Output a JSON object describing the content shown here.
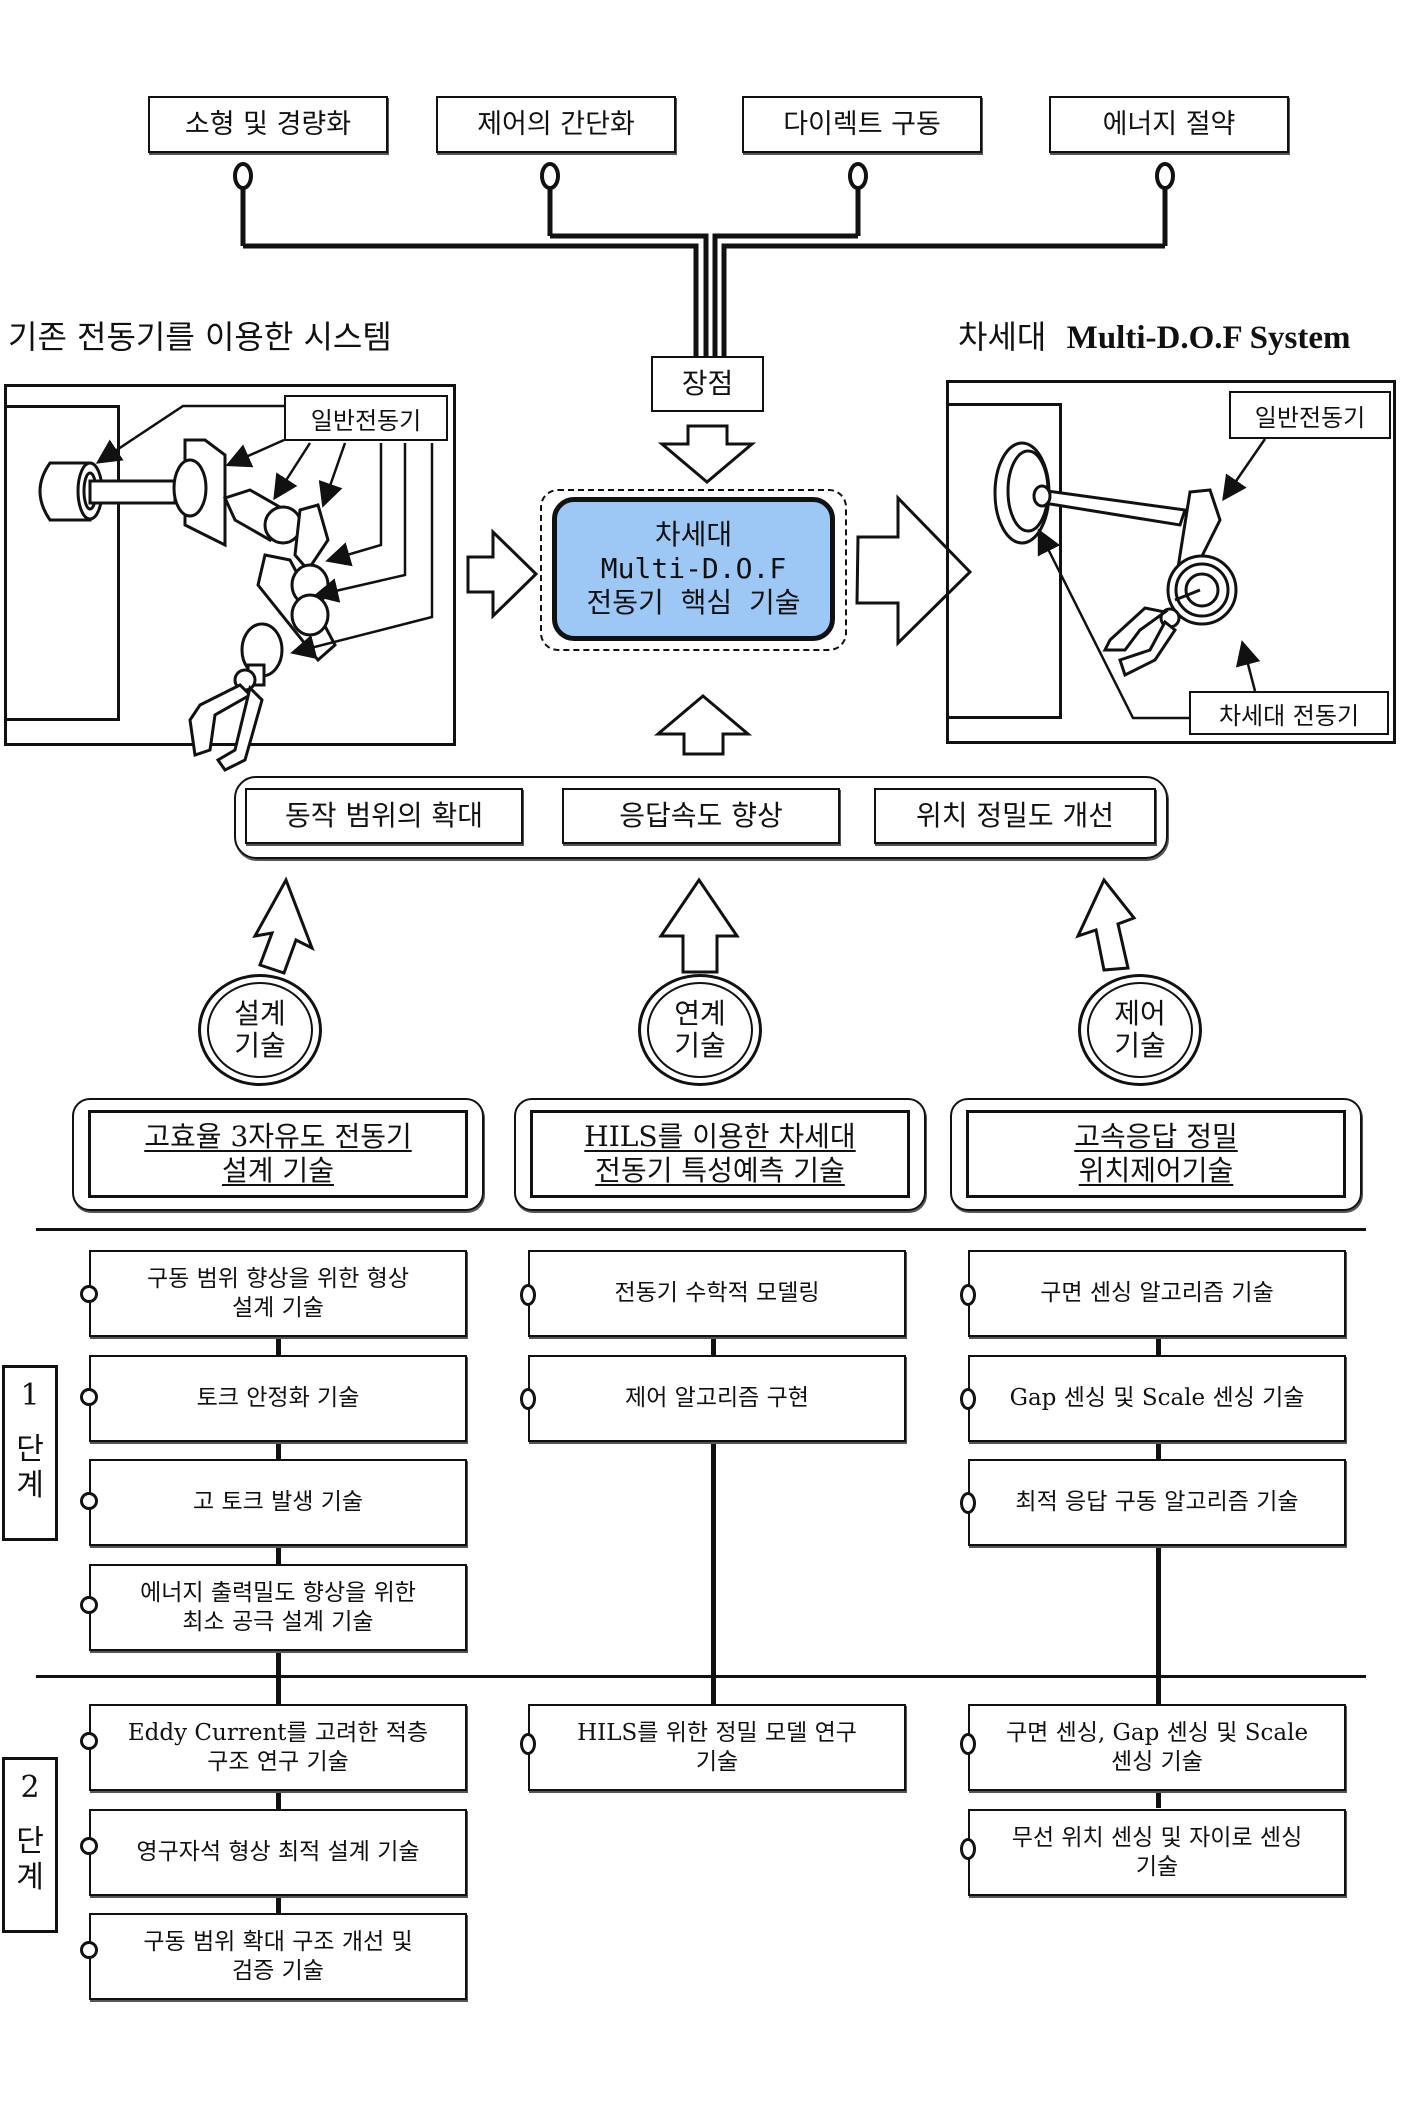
{
  "benefits": [
    "소형 및 경량화",
    "제어의 간단화",
    "다이렉트 구동",
    "에너지 절약"
  ],
  "benefits_hub_label": "장점",
  "left_system": {
    "title": "기존 전동기를 이용한 시스템",
    "callout": "일반전동기"
  },
  "right_system": {
    "title_kr": "차세대",
    "title_en": "Multi-D.O.F System",
    "callout_top": "일반전동기",
    "callout_bottom": "차세대 전동기"
  },
  "core": {
    "line1": "차세대",
    "line2": "Multi-D.O.F",
    "line3": "전동기 핵심 기술"
  },
  "goals": [
    "동작 범위의 확대",
    "응답속도 향상",
    "위치 정밀도 개선"
  ],
  "pillars": [
    {
      "circle": [
        "설계",
        "기술"
      ],
      "title": [
        "고효율 3자유도 전동기",
        "설계 기술"
      ]
    },
    {
      "circle": [
        "연계",
        "기술"
      ],
      "title": [
        "HILS를 이용한 차세대",
        "전동기 특성예측 기술"
      ]
    },
    {
      "circle": [
        "제어",
        "기술"
      ],
      "title": [
        "고속응답 정밀",
        "위치제어기술"
      ]
    }
  ],
  "stages": [
    {
      "number": "1",
      "label": [
        "단",
        "계"
      ],
      "columns": [
        [
          [
            "구동 범위 향상을 위한 형상",
            "설계 기술"
          ],
          [
            "토크 안정화 기술"
          ],
          [
            "고 토크 발생 기술"
          ],
          [
            "에너지 출력밀도 향상을 위한",
            "최소 공극 설계 기술"
          ]
        ],
        [
          [
            "전동기 수학적 모델링"
          ],
          [
            "제어 알고리즘 구현"
          ]
        ],
        [
          [
            "구면 센싱 알고리즘 기술"
          ],
          [
            "Gap 센싱 및 Scale 센싱 기술"
          ],
          [
            "최적 응답 구동 알고리즘 기술"
          ]
        ]
      ]
    },
    {
      "number": "2",
      "label": [
        "단",
        "계"
      ],
      "columns": [
        [
          [
            "Eddy Current를 고려한 적층",
            "구조 연구 기술"
          ],
          [
            "영구자석 형상 최적 설계 기술"
          ],
          [
            "구동 범위 확대 구조 개선 및",
            "검증 기술"
          ]
        ],
        [
          [
            "HILS를 위한 정밀 모델 연구",
            "기술"
          ]
        ],
        [
          [
            "구면 센싱, Gap 센싱 및 Scale",
            "센싱 기술"
          ],
          [
            "무선 위치 센싱 및 자이로 센싱",
            "기술"
          ]
        ]
      ]
    }
  ]
}
